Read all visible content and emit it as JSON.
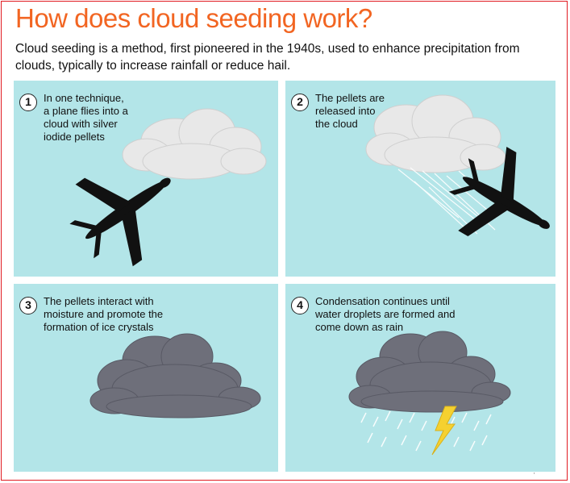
{
  "title": "How does cloud seeding work?",
  "intro": "Cloud seeding is a method, first pioneered in the 1940s, used to enhance precipitation from clouds, typically to increase rainfall or reduce hail.",
  "steps": [
    {
      "number": "1",
      "lines": [
        "In one technique,",
        "a plane flies into a",
        "cloud with silver",
        "iodide pellets"
      ]
    },
    {
      "number": "2",
      "lines": [
        "The pellets are",
        "released into",
        "the cloud"
      ]
    },
    {
      "number": "3",
      "lines": [
        "The pellets interact with",
        "moisture and promote the",
        "formation of ice crystals"
      ]
    },
    {
      "number": "4",
      "lines": [
        "Condensation continues until",
        "water droplets are formed and",
        "come down as rain"
      ]
    }
  ],
  "colors": {
    "title": "#f26522",
    "border": "#e11b22",
    "panel": "#b3e5e8",
    "cloud_light": "#e6e6e6",
    "cloud_dark": "#6e6f7a",
    "plane": "#111111",
    "lightning": "#f5d130"
  },
  "icons": [
    "airplane-icon",
    "light-cloud-icon",
    "storm-cloud-icon",
    "lightning-icon",
    "rain-icon"
  ]
}
